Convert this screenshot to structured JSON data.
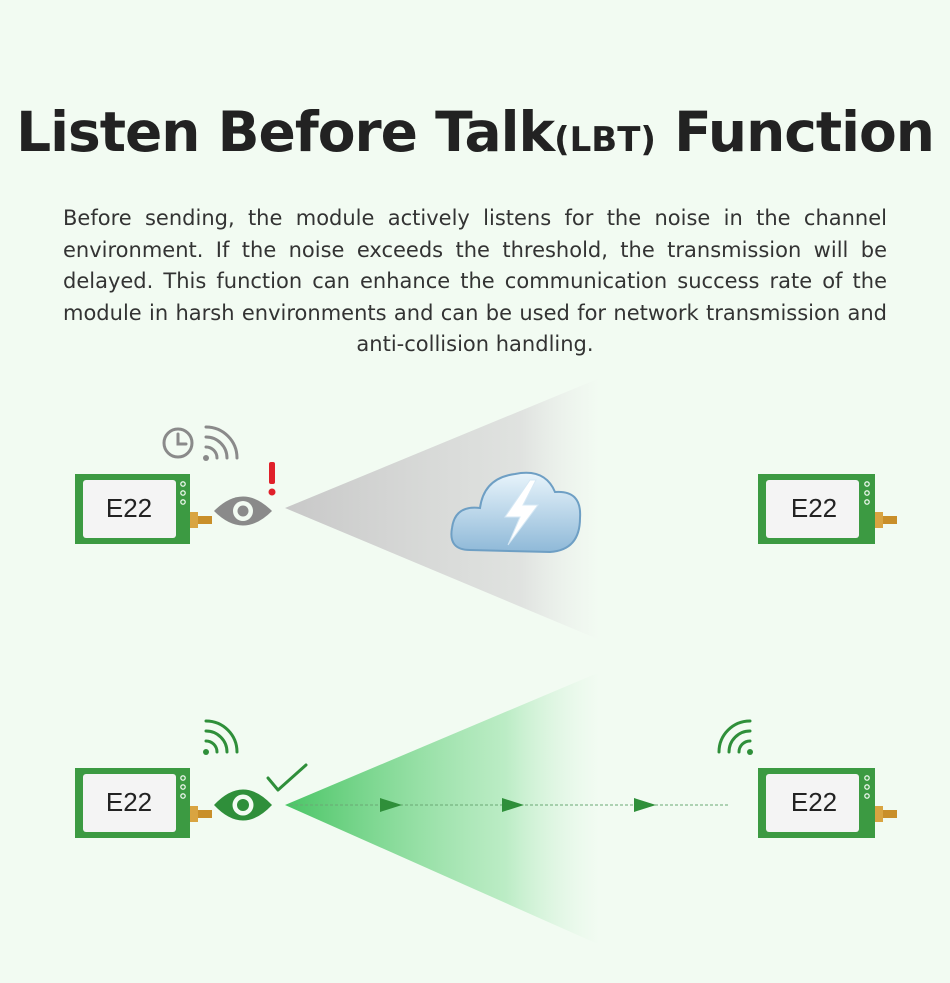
{
  "title": {
    "main": "Listen Before Talk",
    "sub": "(LBT)",
    "tail": "Function"
  },
  "description": "Before sending, the module actively listens for the noise in the channel environment. If the noise exceeds the threshold, the transmission will be delayed. This function can enhance the communication success rate of the module in harsh environments and can be used for network transmission and anti-collision handling.",
  "scenario_busy": {
    "sender_label": "E22",
    "receiver_label": "E22",
    "icons": [
      "clock-icon",
      "wifi-signal-icon",
      "alert-icon",
      "eye-icon",
      "interference-cloud-icon"
    ],
    "cone_color": "#bdbdbd"
  },
  "scenario_clear": {
    "sender_label": "E22",
    "receiver_label": "E22",
    "icons": [
      "wifi-signal-icon",
      "check-icon",
      "eye-icon",
      "arrow-icon"
    ],
    "cone_color": "#3fbf5c"
  },
  "colors": {
    "background": "#f2fbf2",
    "module_green": "#3c9a42",
    "alert_red": "#e0202a",
    "eye_grey": "#8a8a8a",
    "eye_green": "#2f8f3a"
  }
}
